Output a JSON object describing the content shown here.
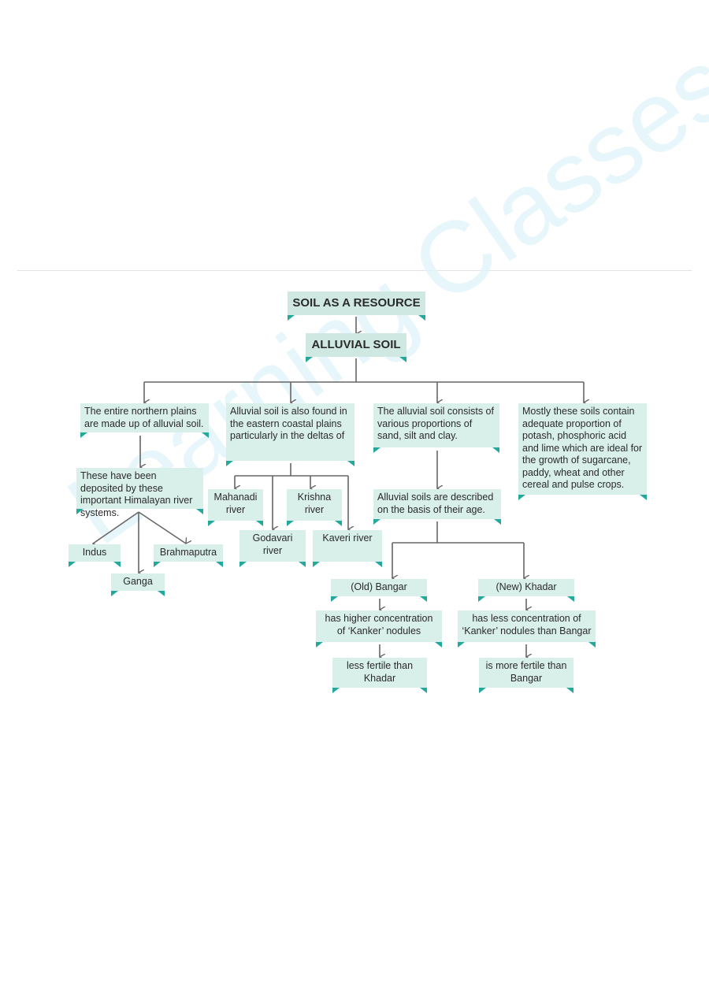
{
  "watermark": "Learning Classes",
  "diagram": {
    "title": "SOIL AS A RESOURCE",
    "subtitle": "ALLUVIAL SOIL",
    "northern_plains": "The entire northern plains are made up of alluvial soil.",
    "deposited": "These have been deposited by these important Himalayan river systems.",
    "indus": "Indus",
    "ganga": "Ganga",
    "brahmaputra": "Brahmaputra",
    "eastern_coastal": "Alluvial soil is also found in the eastern coastal plains particularly in the deltas of",
    "mahanadi": "Mahanadi river",
    "godavari": "Godavari river",
    "krishna": "Krishna river",
    "kaveri": "Kaveri river",
    "consists": "The alluvial soil consists of various proportions of sand, silt and clay.",
    "age": "Alluvial soils are described on the basis of their age.",
    "bangar": "(Old) Bangar",
    "khadar": "(New) Khadar",
    "bangar_kanker": "has higher  concentration of ‘Kanker’ nodules",
    "khadar_kanker": "has less concentration of ‘Kanker’ nodules than Bangar",
    "bangar_fertile": "less fertile than Khadar",
    "khadar_fertile": "is more fertile than Bangar",
    "nutrients": "Mostly these soils contain adequate proportion of potash, phosphoric acid and lime which are ideal for the growth of sugarcane, paddy, wheat and other cereal and pulse crops."
  }
}
